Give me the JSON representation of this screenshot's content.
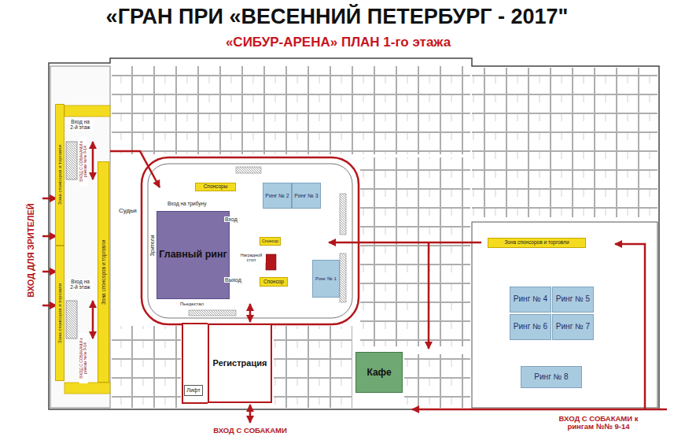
{
  "diagram": {
    "title": "«ГРАН ПРИ «ВЕСЕННИЙ ПЕТЕРБУРГ - 2017\"",
    "nodes": [
      {
        "text": [
          "Зона спонсоров и торговли"
        ]
      },
      {
        "text": [
          "Зона спонсоров и торговли"
        ]
      },
      {
        "text": [
          "Зона спонсоров и торговли"
        ]
      },
      {
        "text": [
          "Спонсоры"
        ]
      },
      {
        "text": [
          "Ринг № 2"
        ]
      },
      {
        "text": [
          "Ринг № 3"
        ]
      },
      {
        "text": [
          "Главный ринг"
        ]
      },
      {
        "text": [
          "Зона спонсоров и торговли"
        ]
      },
      {
        "text": [
          "Спонсор"
        ]
      },
      {
        "text": [
          "Спонсор"
        ]
      },
      {
        "text": [
          "Ринг № 1"
        ]
      },
      {
        "text": [
          "Ринг № 4"
        ]
      },
      {
        "text": [
          "Ринг № 5"
        ]
      },
      {
        "text": [
          "Ринг № 6"
        ]
      },
      {
        "text": [
          "Ринг № 7"
        ]
      },
      {
        "text": [
          "Регистрация"
        ]
      },
      {
        "text": [
          "Кафе"
        ]
      },
      {
        "text": [
          "Ринг № 8"
        ]
      },
      {
        "text": [
          "Лифт"
        ]
      }
    ],
    "labels": [
      "«СИБУР-АРЕНА» ПЛАН 1-го этажа",
      "Вход на 2-й этаж",
      "ВХОД С СОБАКАМИ к рингам №№ 9-14",
      "ВХОД ДЛЯ ЗРИТЕЛЕЙ",
      "Судьи",
      "Вход на трибуну",
      "Вход",
      "Зрители",
      "Наградной стол",
      "Выход",
      "Вход на 2-й этаж",
      "ВХОД С СОБАКАМИ к рингам №№ 9-14",
      "Пьедестал",
      "ВХОД С СОБАКАМИ к рингам №№ 9-14",
      "ВХОД С СОБАКАМИ"
    ]
  }
}
